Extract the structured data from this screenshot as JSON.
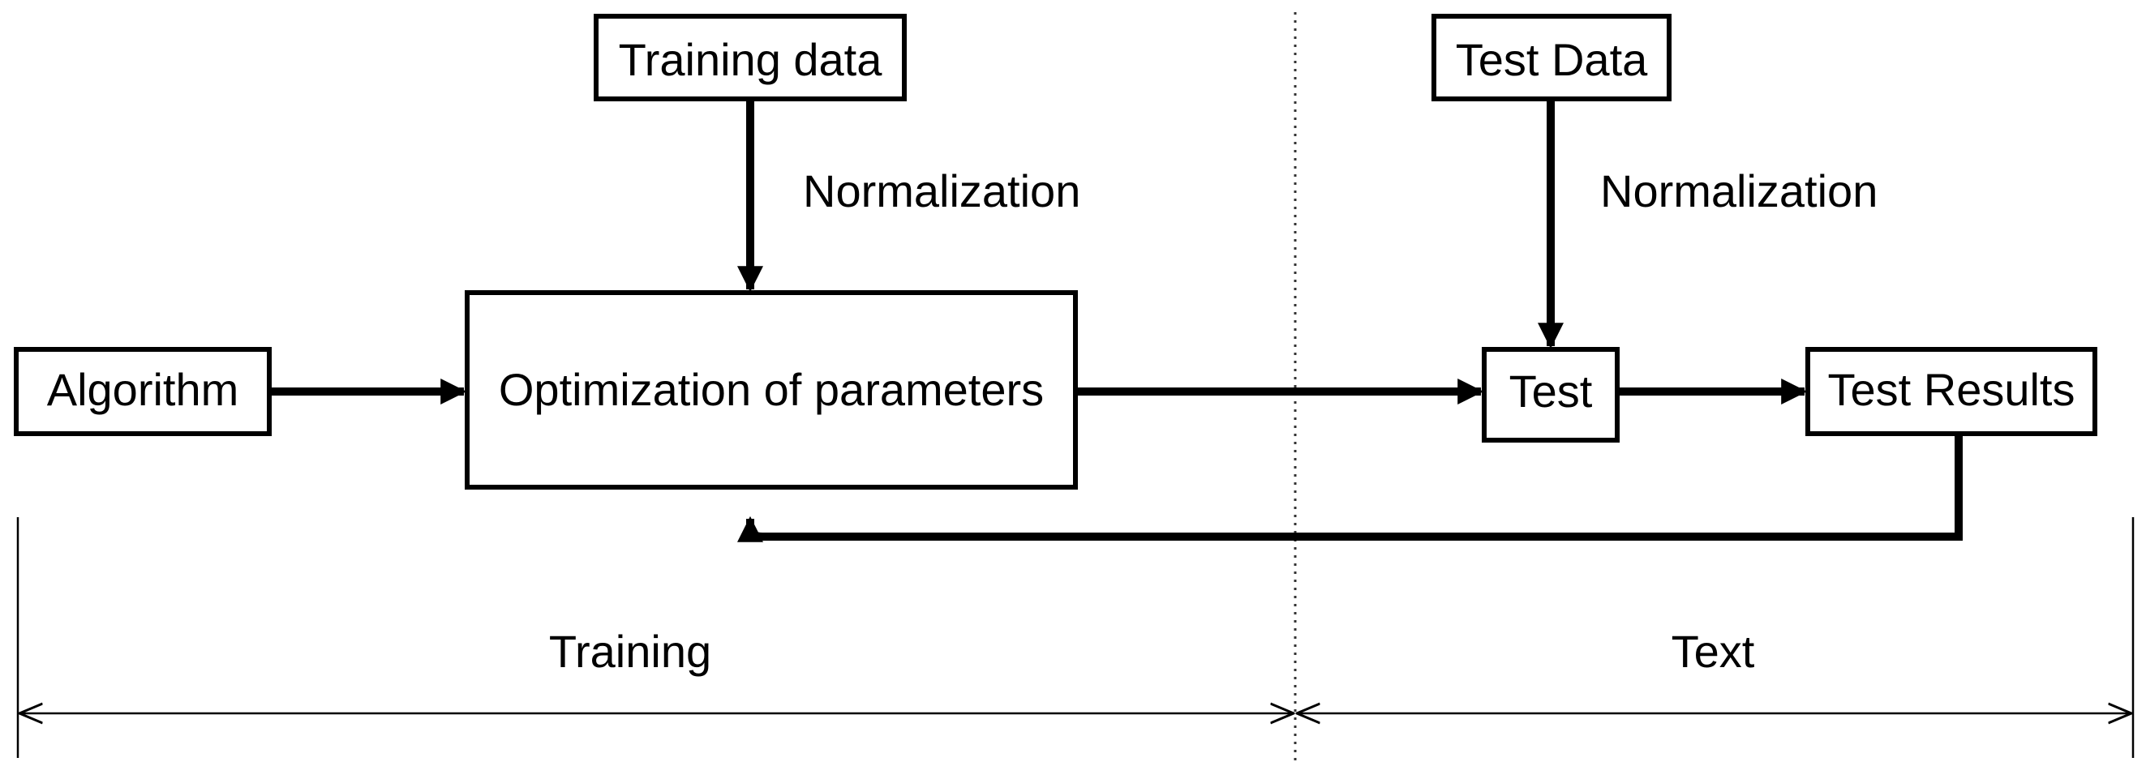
{
  "nodes": {
    "training_data": "Training data",
    "test_data": "Test Data",
    "algorithm": "Algorithm",
    "optimization": "Optimization of parameters",
    "test": "Test",
    "test_results": "Test Results"
  },
  "labels": {
    "normalization_left": "Normalization",
    "normalization_right": "Normalization"
  },
  "phases": {
    "training": "Training",
    "testing": "Text"
  }
}
